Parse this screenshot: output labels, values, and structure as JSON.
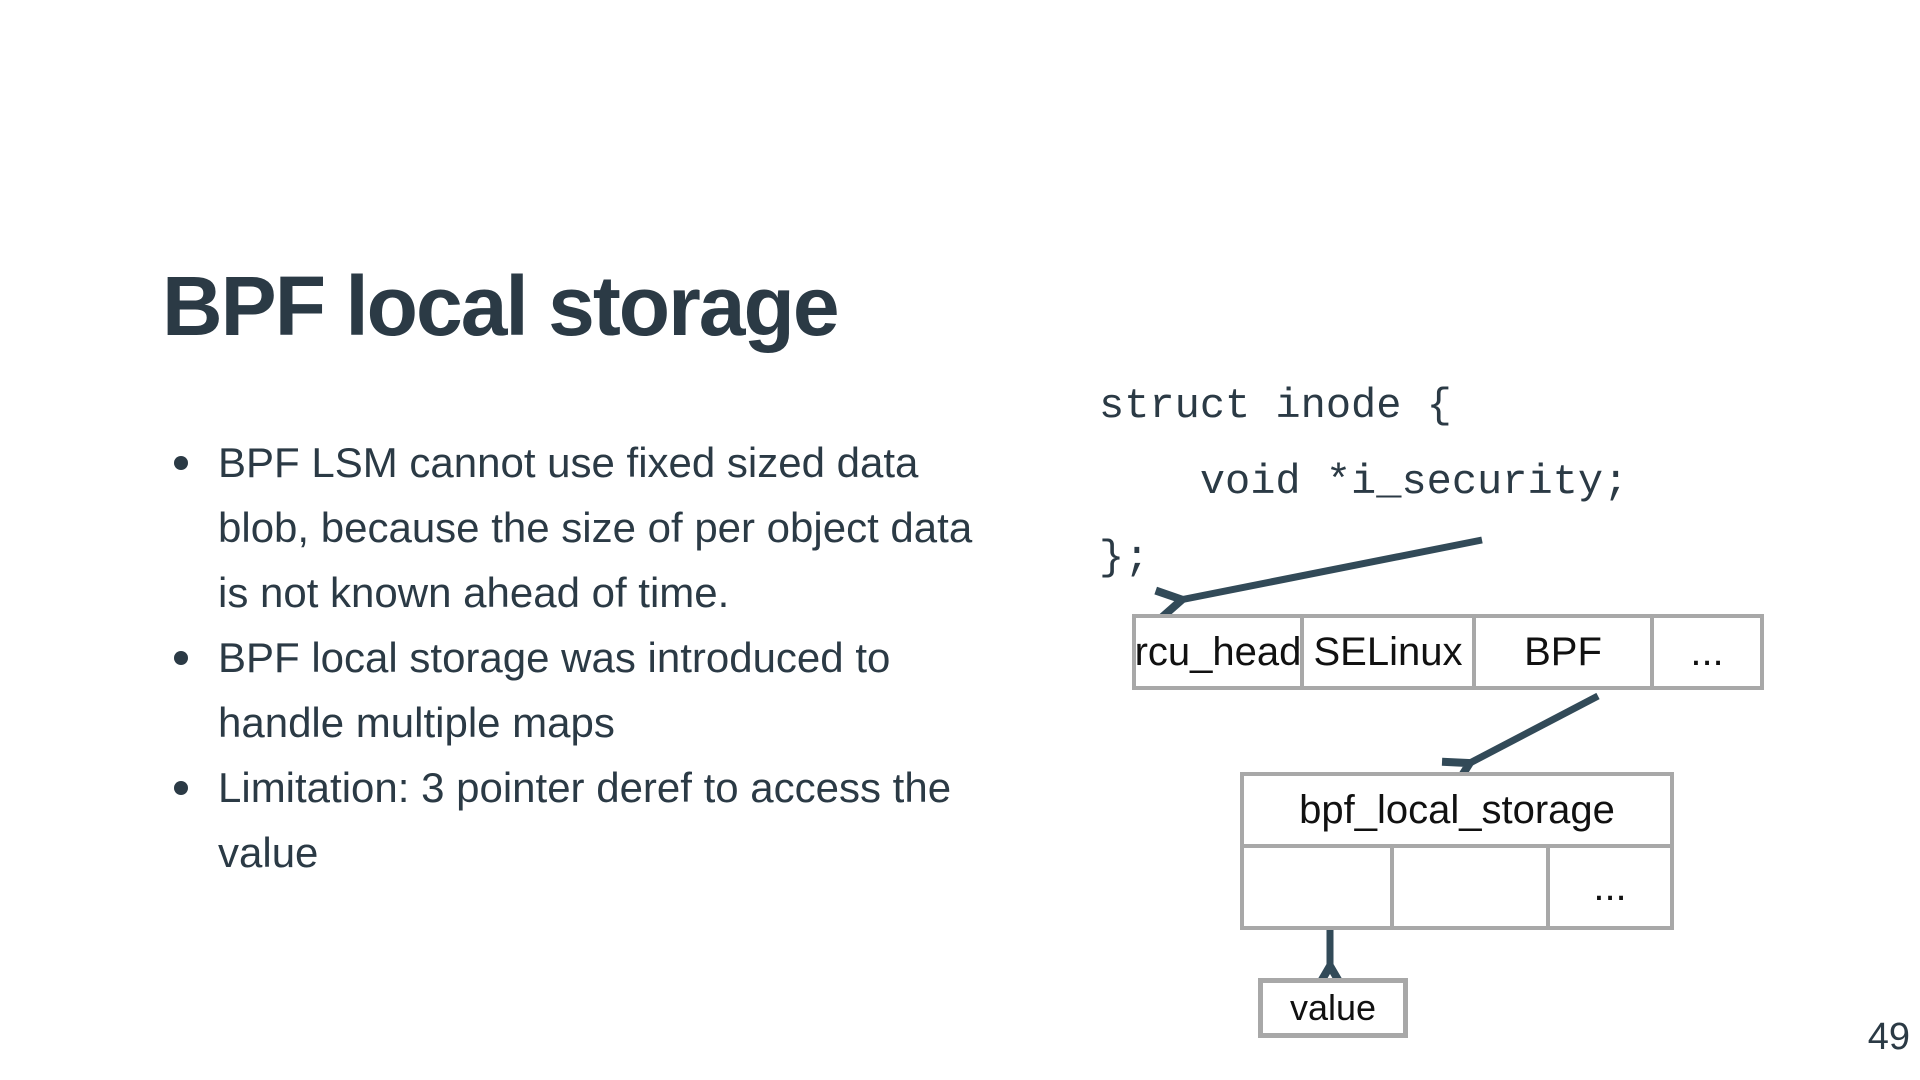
{
  "slide": {
    "title": "BPF local storage",
    "page_number": "49",
    "bullets": [
      "BPF LSM cannot use fixed sized data blob, because the size of per object data is not known ahead of time.",
      "BPF local storage was introduced to handle multiple maps",
      "Limitation: 3 pointer deref to access the value"
    ],
    "code": {
      "lines": [
        "struct inode {",
        "    void *i_security;",
        "};"
      ]
    },
    "diagram": {
      "inode_row": {
        "cells": [
          "rcu_head",
          "SELinux",
          "BPF",
          "..."
        ]
      },
      "storage_table": {
        "header": "bpf_local_storage",
        "cells": [
          "",
          "",
          "..."
        ]
      },
      "value_box": {
        "label": "value"
      }
    },
    "colors": {
      "background": "#ffffff",
      "text": "#2b3a45",
      "table_border": "#a8a8a8",
      "table_text": "#111111",
      "arrow": "#324a58"
    }
  }
}
